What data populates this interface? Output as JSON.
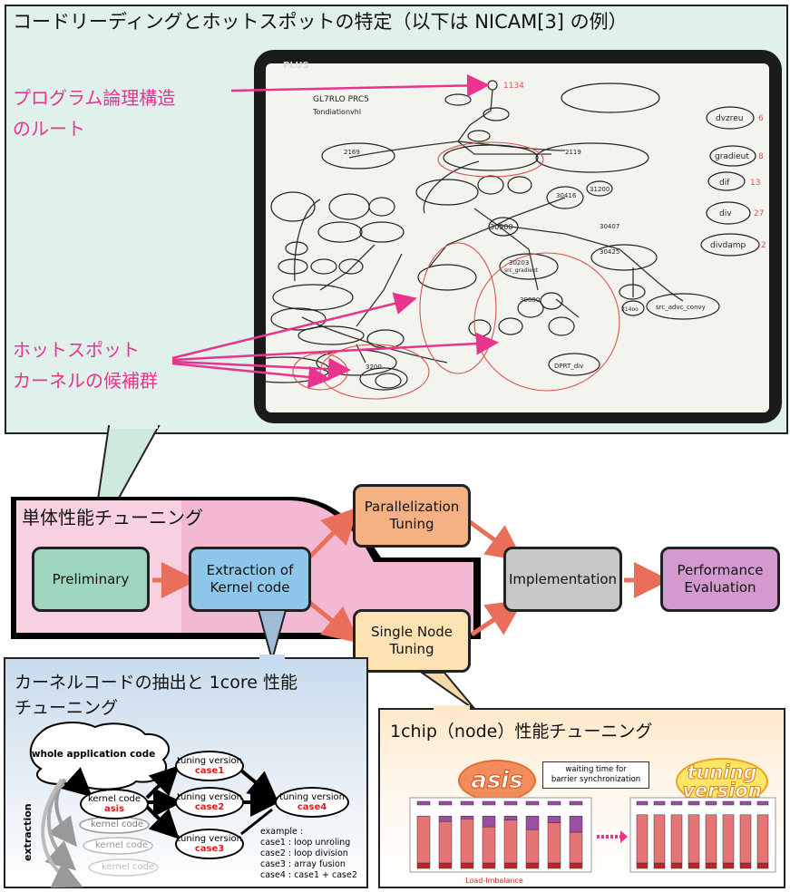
{
  "top_panel": {
    "title": "コードリーディングとホットスポットの特定（以下は NICAM[3] の例）",
    "root_label_line1": "プログラム論理構造",
    "root_label_line2": "のルート",
    "hotspot_label_line1": "ホットスポット",
    "hotspot_label_line2": "カーネルの候補群",
    "board_brand": "PLUS",
    "whiteboard_texts": [
      "GL7RLO PRC5",
      "Tondiationvhl",
      "1134",
      "dvzreu",
      "gradieut",
      "dif",
      "div",
      "divdamp",
      "6",
      "8",
      "13",
      "27",
      "2",
      "2169",
      "2119",
      "30900",
      "30203",
      "src_gradient",
      "30600",
      "3200",
      "DPRT_div",
      "314oo",
      "src_advc_convy",
      "30425",
      "30407",
      "30416",
      "31200"
    ]
  },
  "flow": {
    "section_title": "単体性能チューニング",
    "preliminary": "Preliminary",
    "extraction_line1": "Extraction of",
    "extraction_line2": "Kernel code",
    "parallel_line1": "Parallelization",
    "parallel_line2": "Tuning",
    "single_line1": "Single Node",
    "single_line2": "Tuning",
    "implementation": "Implementation",
    "perf_line1": "Performance",
    "perf_line2": "Evaluation"
  },
  "kernel_panel": {
    "title_line1": "カーネルコードの抽出と 1core 性能",
    "title_line2": "チューニング",
    "whole_app": "whole application code",
    "extraction": "extraction",
    "kernel_code": "kernel code",
    "asis": "asis",
    "tuning_version": "tuning version",
    "case1": "case1",
    "case2": "case2",
    "case3": "case3",
    "case4": "case4",
    "example_lines": [
      "example :",
      "case1 : loop unroling",
      "case2 : loop division",
      "case3 : array fusion",
      "case4 : case1 + case2"
    ]
  },
  "chip_panel": {
    "title": "1chip（node）性能チューニング",
    "asis": "asis",
    "tuning_line1": "tuning",
    "tuning_line2": "version",
    "waiting_line1": "waiting time for",
    "waiting_line2": "barrier synchronization",
    "load_imbalance": "Load-Imbalance",
    "asis_bars": [
      {
        "red": 0.78,
        "purple": 0.0
      },
      {
        "red": 0.7,
        "purple": 0.08
      },
      {
        "red": 0.74,
        "purple": 0.04
      },
      {
        "red": 0.62,
        "purple": 0.16
      },
      {
        "red": 0.72,
        "purple": 0.06
      },
      {
        "red": 0.58,
        "purple": 0.2
      },
      {
        "red": 0.68,
        "purple": 0.1
      },
      {
        "red": 0.54,
        "purple": 0.24
      }
    ],
    "tuned_bars": [
      0.8,
      0.8,
      0.8,
      0.8,
      0.8,
      0.8,
      0.8,
      0.8
    ],
    "colors": {
      "bar_red": "#e57575",
      "bar_purple": "#9a4fa0",
      "bar_dark": "#c0242b",
      "arrow": "#e8338f"
    }
  },
  "colors": {
    "top_panel_bg": "#dff1ea",
    "preliminary_fill": "#9fd6c0",
    "extraction_fill": "#8fc7ea",
    "parallel_fill": "#f4b183",
    "single_fill": "#fde2b3",
    "implementation_fill": "#c8c8c8",
    "performance_fill": "#d49ad0",
    "arrow": "#ea6f5a",
    "pink_label": "#e8338f",
    "kernel_panel_bg": "#cfe0ef"
  }
}
